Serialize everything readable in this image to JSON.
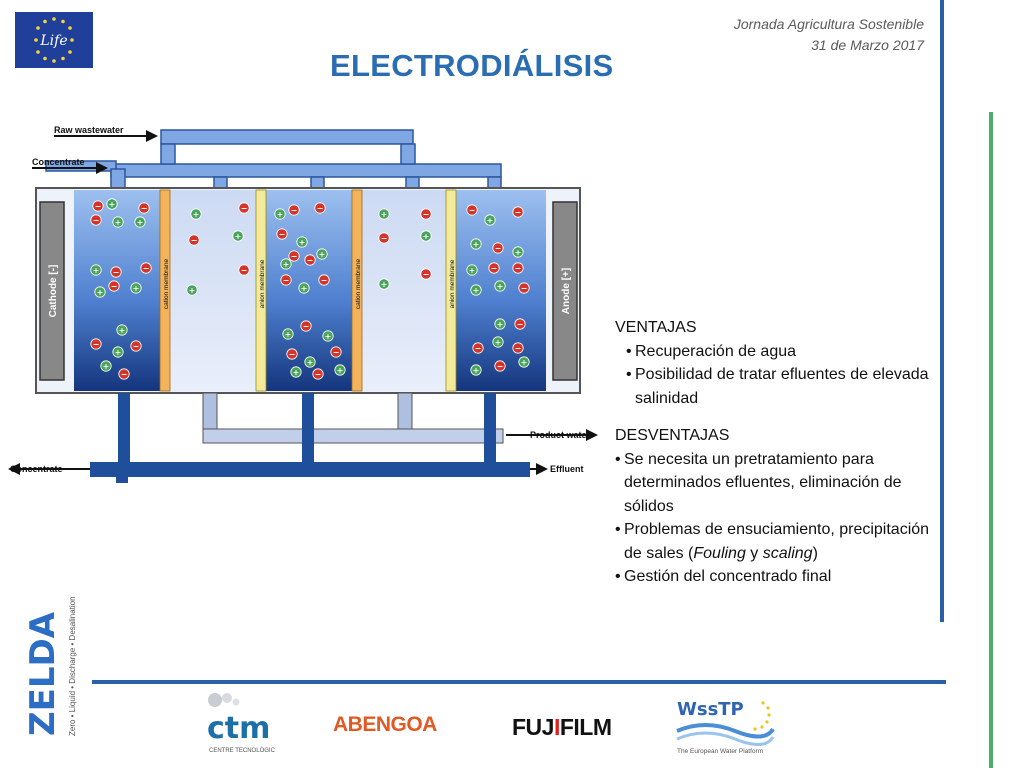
{
  "header": {
    "event_name": "Jornada Agricultura Sostenible",
    "event_date": "31 de Marzo 2017",
    "title": "ELECTRODIÁLISIS"
  },
  "logos": {
    "eu_life_text": "Life",
    "zelda_text": "ZELDA",
    "zelda_tagline": "Zero • Liquid • Discharge • Desalination",
    "ctm_text": "ctm",
    "ctm_sub": "CENTRE TECNOLÒGIC",
    "abengoa": "ABENGOA",
    "fujifilm_pre": "FUJ",
    "fujifilm_i": "I",
    "fujifilm_post": "FILM",
    "wsstp": "WssTP",
    "wsstp_sub": "The European Water Platform"
  },
  "diagram": {
    "labels": {
      "raw_wastewater": "Raw wastewater",
      "concentrate_top": "Concentrate",
      "product_water": "Product water",
      "concentrate_bottom": "Concentrate",
      "effluent": "Effluent",
      "cathode": "Cathode [-]",
      "anode": "Anode [+]",
      "cation_membrane": "cation membrane",
      "anion_membrane": "anion membrane"
    },
    "colors": {
      "pipe": "#7fa7e3",
      "pipe_dark": "#1f4f9a",
      "cell_dark": "#163a80",
      "cell_light": "#8ab4ec",
      "cation_membrane": "#f3b35a",
      "anion_membrane": "#f3ea9a"
    }
  },
  "panel": {
    "ventajas_title": "VENTAJAS",
    "ventajas": [
      "Recuperación de agua",
      "Posibilidad de tratar efluentes de elevada salinidad"
    ],
    "desventajas_title": "DESVENTAJAS",
    "desventajas": [
      "Se necesita un pretratamiento para determinados efluentes, eliminación de sólidos",
      "Problemas de ensuciamiento, precipitación de sales (",
      "Gestión del concentrado final"
    ],
    "fouling": "Fouling",
    "y": " y ",
    "scaling": "scaling",
    "close": ")"
  }
}
